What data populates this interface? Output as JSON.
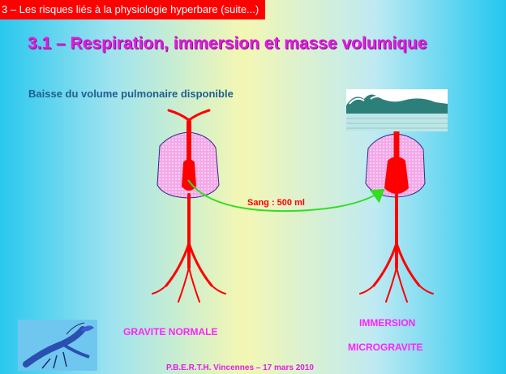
{
  "slide": {
    "breadcrumb": "3 – Les risques liés à la physiologie hyperbare (suite...)",
    "title": "3.1 – Respiration, immersion et masse volumique",
    "subtitle": "Baisse du volume pulmonaire disponible",
    "blood_label": "Sang : 500 ml",
    "label_normal": "GRAVITE  NORMALE",
    "label_immersion": "IMMERSION",
    "label_microgravity": "MICROGRAVITE",
    "footer": "P.B.E.R.T.H. Vincennes – 17 mars 2010"
  },
  "colors": {
    "breadcrumb_bg": "#ff0000",
    "title": "#e01be0",
    "subtitle": "#1f5f8f",
    "vessels": "#ff0000",
    "lung_fill": "#f4a8e8",
    "arrow": "#33dd22",
    "labels": "#ff22ff"
  },
  "icons": [
    "lung-outline-icon",
    "blood-vessel-icon",
    "wave-icon",
    "lobster-icon",
    "arrow-icon"
  ]
}
